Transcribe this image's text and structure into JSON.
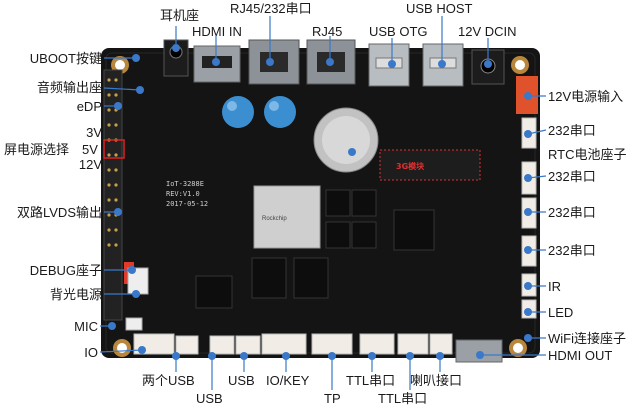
{
  "labels_top": {
    "earphone": "耳机座",
    "hdmi_in": "HDMI IN",
    "rj45_232": "RJ45/232串口",
    "rj45": "RJ45",
    "usb_otg": "USB OTG",
    "usb_host": "USB HOST",
    "dcin": "12V DCIN"
  },
  "labels_left": {
    "uboot": "UBOOT按键",
    "audio_out": "音频输出座",
    "edp": "eDP",
    "v3": "3V",
    "power_select": "屏电源选择",
    "v5": "5V",
    "v12": "12V",
    "lvds": "双路LVDS输出",
    "debug": "DEBUG座子",
    "backlight": "背光电源",
    "mic": "MIC",
    "io": "IO"
  },
  "labels_right": {
    "power_in": "12V电源输入",
    "uart1": "232串口",
    "rtc": "RTC电池座子",
    "uart2": "232串口",
    "uart3": "232串口",
    "uart4": "232串口",
    "ir": "IR",
    "led": "LED",
    "wifi": "WiFi连接座子",
    "hdmi_out": "HDMI OUT"
  },
  "labels_bottom": {
    "two_usb": "两个USB",
    "usb1": "USB",
    "usb2": "USB",
    "io_key": "IO/KEY",
    "tp": "TP",
    "ttl1": "TTL串口",
    "speaker": "喇叭接口",
    "ttl2": "TTL串口"
  },
  "board": {
    "soc_brand": "Rockchip",
    "model_silk": "IoT-3288E",
    "rev_silk": "REV:V1.0",
    "date_silk": "2017-05-12",
    "tag_4g": "3G模块"
  },
  "colors": {
    "pcb": "#141414",
    "callout": "#3a78c9",
    "power_connector": "#e0522b",
    "capacitor": "#3b8fd1"
  }
}
